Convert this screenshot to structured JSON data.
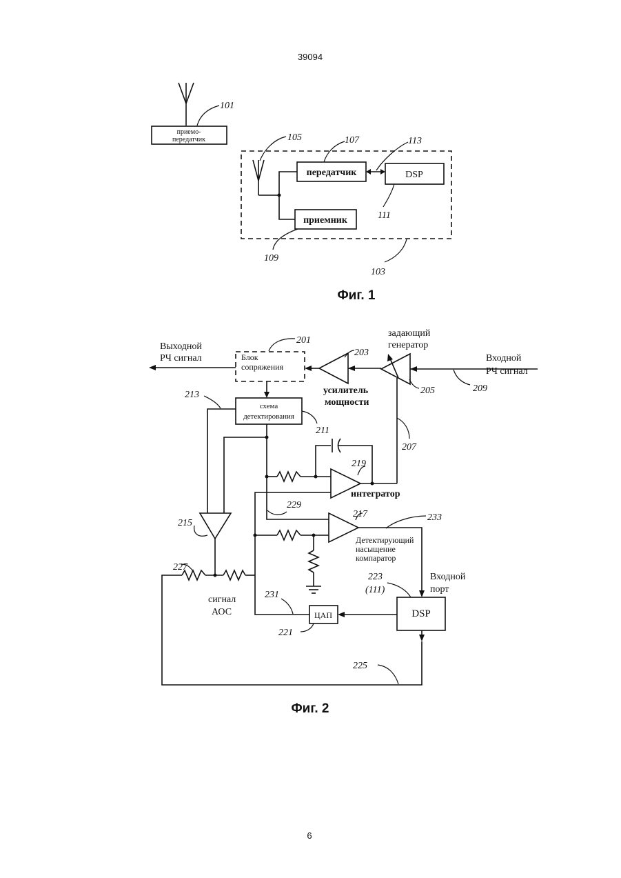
{
  "header": {
    "page_code": "39094"
  },
  "footer": {
    "page_number": "6"
  },
  "fig1": {
    "caption": "Фиг. 1",
    "transceiver_label_1": "приемо-",
    "transceiver_label_2": "передатчик",
    "transmitter_label": "передатчик",
    "receiver_label": "приемник",
    "dsp_label": "DSP",
    "refs": {
      "r101": "101",
      "r103": "103",
      "r105": "105",
      "r107": "107",
      "r109": "109",
      "r111": "111",
      "r113": "113"
    }
  },
  "fig2": {
    "caption": "Фиг. 2",
    "output_rf_1": "Выходной",
    "output_rf_2": "РЧ сигнал",
    "input_rf_1": "Входной",
    "input_rf_2": "РЧ сигнал",
    "interface_1": "Блок",
    "interface_2": "сопряжения",
    "detect_1": "схема",
    "detect_2": "детектирования",
    "osc_1": "задающий",
    "osc_2": "генератор",
    "amp_1": "усилитель",
    "amp_2": "мощности",
    "integrator": "интегратор",
    "comparator_1": "Детектирующий",
    "comparator_2": "насыщение",
    "comparator_3": "компаратор",
    "input_port_1": "Входной",
    "input_port_2": "порт",
    "dsp_label": "DSP",
    "dac_label": "ЦАП",
    "agc_1": "сигнал",
    "agc_2": "АОС",
    "refs": {
      "r201": "201",
      "r203": "203",
      "r205": "205",
      "r207": "207",
      "r209": "209",
      "r211": "211",
      "r213": "213",
      "r215": "215",
      "r217": "217",
      "r219": "219",
      "r221": "221",
      "r223": "223",
      "r223b": "(111)",
      "r225": "225",
      "r227": "227",
      "r229": "229",
      "r231": "231",
      "r233": "233"
    }
  }
}
